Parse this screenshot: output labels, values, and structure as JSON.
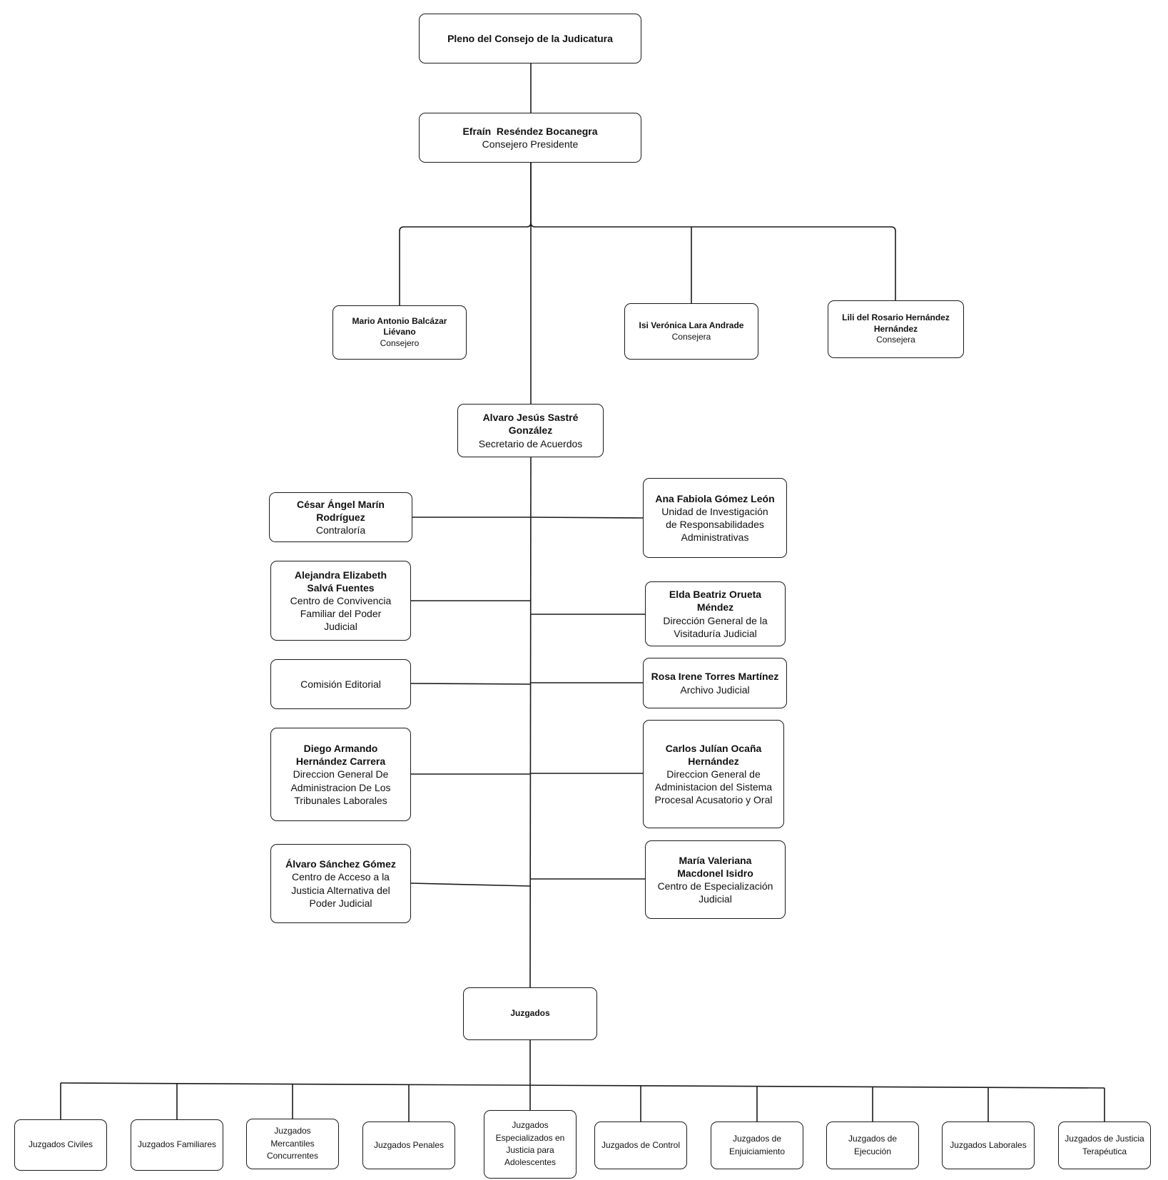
{
  "top": {
    "title": "Pleno del Consejo de la Judicatura"
  },
  "president": {
    "name": "Efraín  Reséndez Bocanegra",
    "role": "Consejero Presidente"
  },
  "councilors": [
    {
      "name": "Mario Antonio Balcázar Liévano",
      "role": "Consejero"
    },
    {
      "name": "Isi Verónica Lara Andrade",
      "role": "Consejera"
    },
    {
      "name": "Lili del Rosario Hernández Hernández",
      "role": "Consejera"
    }
  ],
  "secretary": {
    "name": "Alvaro Jesús Sastré González",
    "role": "Secretario de Acuerdos"
  },
  "left_units": [
    {
      "name": "César Ángel Marín Rodríguez",
      "role": "Contraloría"
    },
    {
      "name": "Alejandra Elizabeth Salvá Fuentes",
      "role": "Centro de Convivencia Familiar del Poder Judicial"
    },
    {
      "name": "",
      "role": "Comisión Editorial"
    },
    {
      "name": "Diego Armando Hernández Carrera",
      "role": "Direccion General De Administracion De Los Tribunales Laborales"
    },
    {
      "name": "Álvaro Sánchez Gómez",
      "role": "Centro de Acceso a la Justicia Alternativa del Poder Judicial"
    }
  ],
  "right_units": [
    {
      "name": "Ana Fabiola Gómez León",
      "role": "Unidad de Investigación de Responsabilidades Administrativas"
    },
    {
      "name": "Elda Beatriz Orueta Méndez",
      "role": "Dirección General de la Visitaduría Judicial"
    },
    {
      "name": "Rosa Irene Torres Martínez",
      "role": "Archivo Judicial"
    },
    {
      "name": "Carlos Julían Ocaña Hernández",
      "role": "Direccion General de Administacion del Sistema Procesal Acusatorio y Oral"
    },
    {
      "name": "María Valeriana Macdonel Isidro",
      "role": "Centro de Especialización Judicial"
    }
  ],
  "courts_title": "Juzgados",
  "courts": [
    "Juzgados Civiles",
    "Juzgados Familiares",
    "Juzgados Mercantiles Concurrentes",
    "Juzgados Penales",
    "Juzgados Especializados en Justicia para Adolescentes",
    "Juzgados de Control",
    "Juzgados de Enjuiciamiento",
    "Juzgados de Ejecución",
    "Juzgados Laborales",
    "Juzgados de Justicia Terapéutica"
  ]
}
